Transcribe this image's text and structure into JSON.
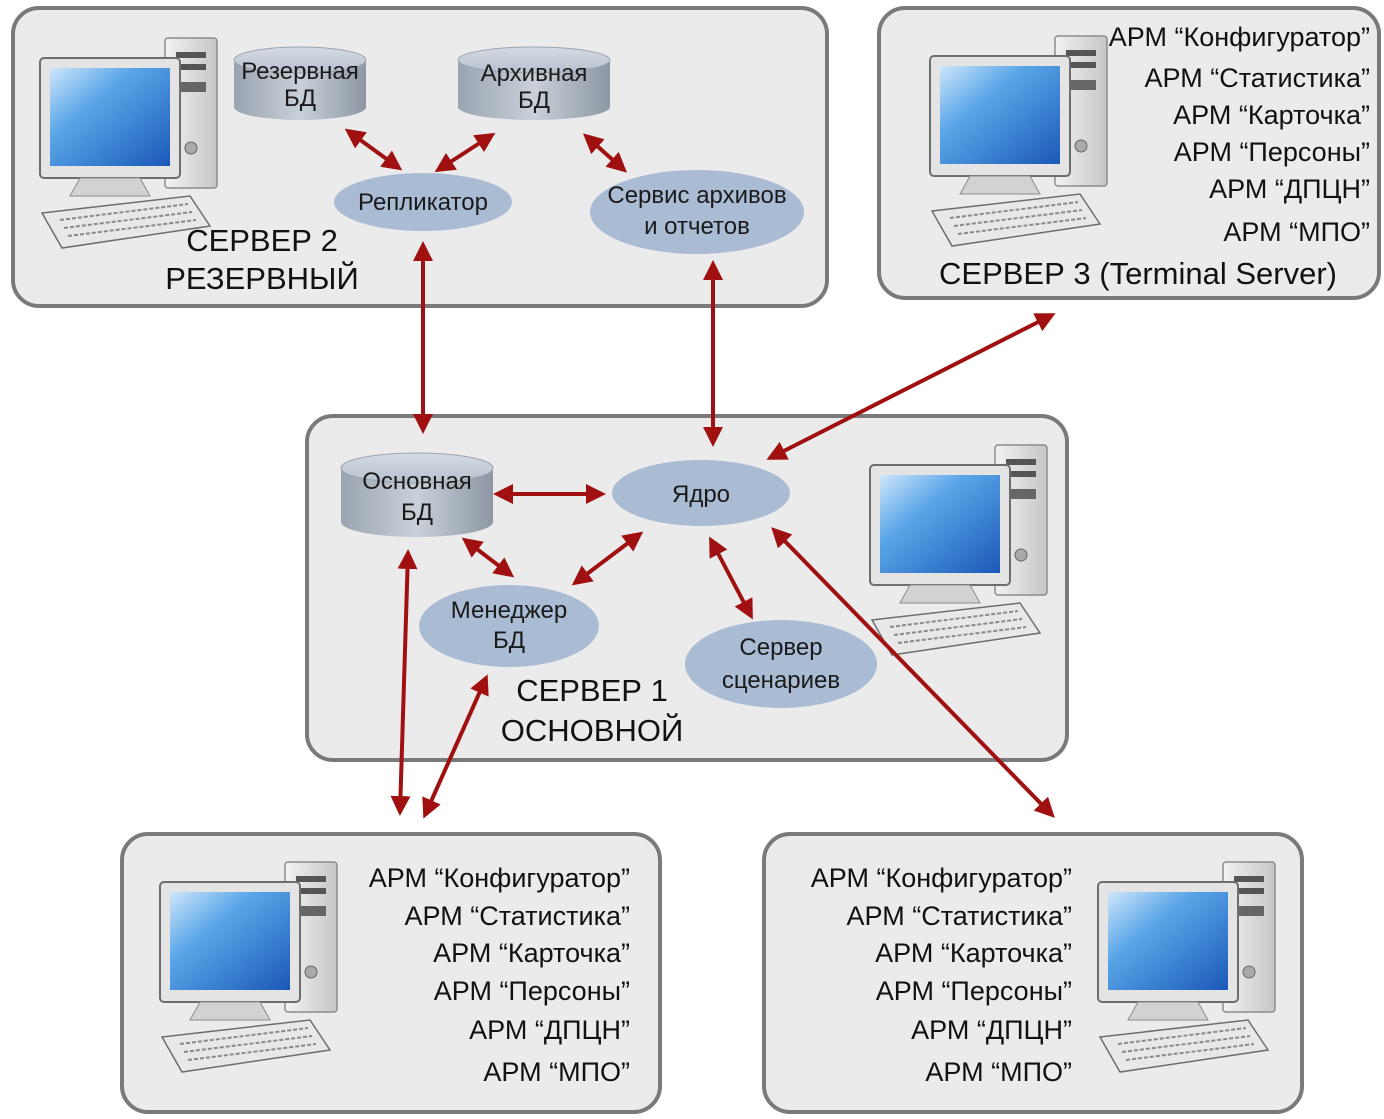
{
  "server2": {
    "title_line1": "СЕРВЕР 2",
    "title_line2": "РЕЗЕРВНЫЙ",
    "reserve_db": [
      "Резервная",
      "БД"
    ],
    "archive_db": [
      "Архивная",
      "БД"
    ],
    "replicator": "Репликатор",
    "archive_service": [
      "Сервис архивов",
      "и отчетов"
    ]
  },
  "server3": {
    "title": "СЕРВЕР 3 (Terminal Server)",
    "arm_list": [
      "АРМ “Конфигуратор”",
      "АРМ “Статистика”",
      "АРМ “Карточка”",
      "АРМ “Персоны”",
      "АРМ “ДПЦН”",
      "АРМ “МПО”"
    ]
  },
  "server1": {
    "title_line1": "СЕРВЕР 1",
    "title_line2": "ОСНОВНОЙ",
    "main_db": [
      "Основная",
      "БД"
    ],
    "core": "Ядро",
    "db_manager": [
      "Менеджер",
      "БД"
    ],
    "scenario_server": [
      "Сервер",
      "сценариев"
    ]
  },
  "workstation_left": {
    "arm_list": [
      "АРМ “Конфигуратор”",
      "АРМ “Статистика”",
      "АРМ “Карточка”",
      "АРМ “Персоны”",
      "АРМ “ДПЦН”",
      "АРМ “МПО”"
    ]
  },
  "workstation_right": {
    "arm_list": [
      "АРМ “Конфигуратор”",
      "АРМ “Статистика”",
      "АРМ “Карточка”",
      "АРМ “Персоны”",
      "АРМ “ДПЦН”",
      "АРМ “МПО”"
    ]
  },
  "colors": {
    "arrow": "#a01010",
    "node_fill": "#aabcd3",
    "box_fill": "#ebebeb",
    "box_stroke": "#7a7a7a"
  },
  "icons": [
    "desktop-computer-icon"
  ]
}
